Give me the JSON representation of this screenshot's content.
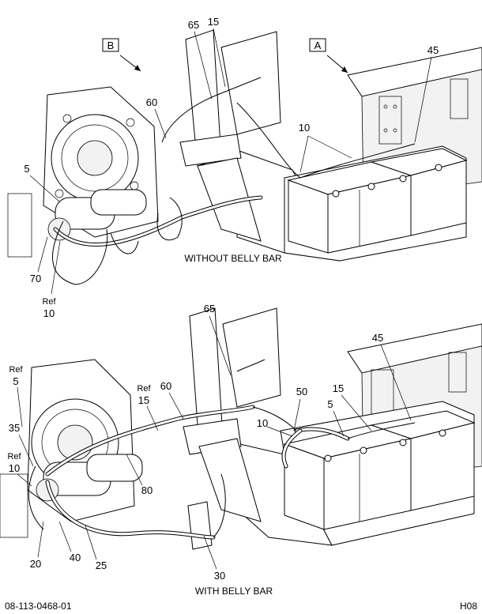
{
  "views": {
    "upper": {
      "caption": "WITHOUT BELLY BAR",
      "view_b": "B",
      "view_a": "A",
      "callouts": [
        "65",
        "15",
        "45",
        "60",
        "10",
        "5",
        "70",
        "Ref",
        "10"
      ]
    },
    "lower": {
      "caption": "WITH BELLY BAR",
      "callouts": [
        "65",
        "45",
        "Ref",
        "5",
        "Ref",
        "15",
        "60",
        "50",
        "15",
        "5",
        "10",
        "35",
        "Ref",
        "10",
        "80",
        "20",
        "40",
        "25",
        "30"
      ]
    }
  },
  "footer": {
    "drawing_number": "08-113-0468-01",
    "sheet_code": "H08"
  }
}
